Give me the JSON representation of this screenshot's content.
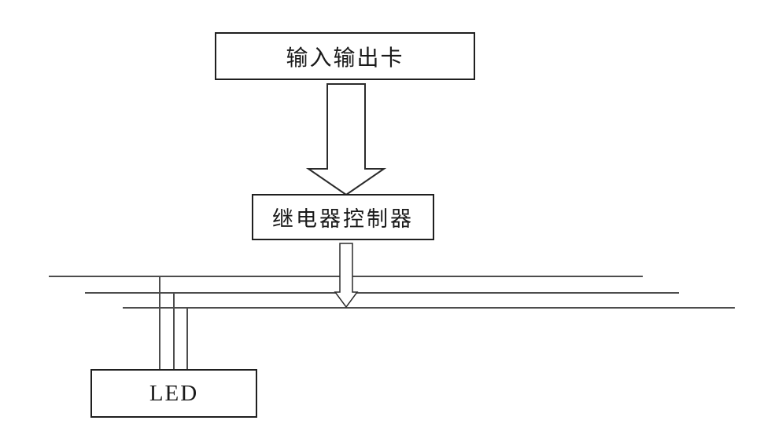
{
  "diagram": {
    "type": "block-wiring-diagram",
    "nodes": [
      {
        "id": "io-card",
        "label": "输入输出卡"
      },
      {
        "id": "relay-controller",
        "label": "继电器控制器"
      },
      {
        "id": "led",
        "label": "LED"
      }
    ],
    "connections": [
      {
        "from": "io-card",
        "to": "relay-controller",
        "style": "hollow-block-arrow-down"
      },
      {
        "from": "relay-controller",
        "to": "bus-lines",
        "style": "hollow-thin-arrow-down"
      },
      {
        "from": "bus-lines",
        "to": "led",
        "style": "three-vertical-wires"
      }
    ],
    "bus": {
      "line_count": 3,
      "description": "three staggered horizontal bus lines"
    }
  },
  "colors": {
    "background": "#ffffff",
    "box_border": "#1f1f1f",
    "bus_line": "#4d4d4d",
    "wire": "#4d4d4d",
    "arrow_outline": "#2b2b2b",
    "arrow_fill": "#ffffff",
    "text": "#1a1a1a"
  }
}
